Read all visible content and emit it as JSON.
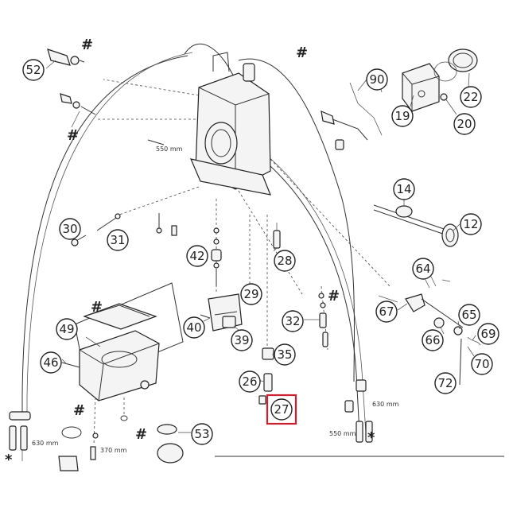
{
  "callouts": [
    {
      "id": "c52",
      "label": "52"
    },
    {
      "id": "c19",
      "label": "19"
    },
    {
      "id": "c22",
      "label": "22"
    },
    {
      "id": "c20",
      "label": "20"
    },
    {
      "id": "c90",
      "label": "90"
    },
    {
      "id": "c14",
      "label": "14"
    },
    {
      "id": "c12",
      "label": "12"
    },
    {
      "id": "c30",
      "label": "30"
    },
    {
      "id": "c31",
      "label": "31"
    },
    {
      "id": "c42",
      "label": "42"
    },
    {
      "id": "c28",
      "label": "28"
    },
    {
      "id": "c29",
      "label": "29"
    },
    {
      "id": "c64",
      "label": "64"
    },
    {
      "id": "c67",
      "label": "67"
    },
    {
      "id": "c32",
      "label": "32"
    },
    {
      "id": "c65",
      "label": "65"
    },
    {
      "id": "c66",
      "label": "66"
    },
    {
      "id": "c69",
      "label": "69"
    },
    {
      "id": "c70",
      "label": "70"
    },
    {
      "id": "c49",
      "label": "49"
    },
    {
      "id": "c40",
      "label": "40"
    },
    {
      "id": "c39",
      "label": "39"
    },
    {
      "id": "c35",
      "label": "35"
    },
    {
      "id": "c46",
      "label": "46"
    },
    {
      "id": "c26",
      "label": "26"
    },
    {
      "id": "c72",
      "label": "72"
    },
    {
      "id": "c53",
      "label": "53"
    }
  ],
  "highlight": {
    "label": "27",
    "color": "#cc1f2e"
  },
  "marks": {
    "hash": "#",
    "asterisk": "*"
  },
  "lengths": {
    "l550a": "550 mm",
    "l550b": "550 mm",
    "l630a": "630 mm",
    "l630b": "630 mm",
    "l370": "370 mm"
  }
}
